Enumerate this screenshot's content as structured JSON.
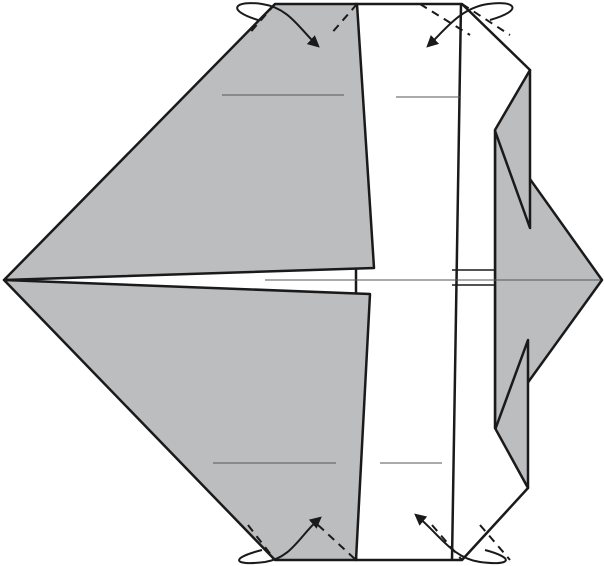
{
  "diagram": {
    "kind": "origami-fold-step",
    "colors": {
      "paper_back": "#bcbdbf",
      "paper_front": "#ffffff",
      "line": "#1a1a1a",
      "crease": "#555555"
    },
    "arrows": [
      {
        "id": "top-left",
        "action": "fold-behind"
      },
      {
        "id": "top-right",
        "action": "fold-behind"
      },
      {
        "id": "bottom-left",
        "action": "fold-behind"
      },
      {
        "id": "bottom-right",
        "action": "fold-behind"
      }
    ]
  }
}
